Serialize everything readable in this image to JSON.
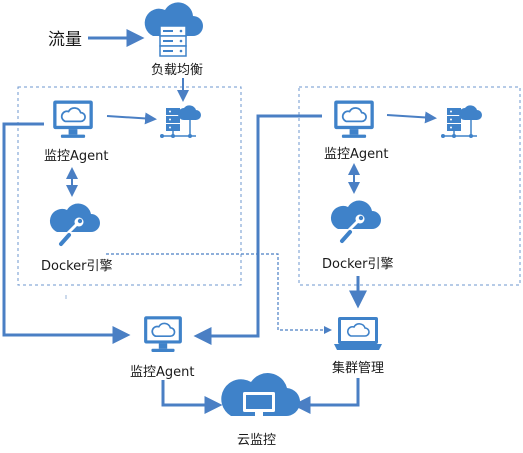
{
  "labels": {
    "traffic": "流量",
    "load_balancer": "负载均衡",
    "monitor_agent_1": "监控Agent",
    "docker_engine_1": "Docker引擎",
    "monitor_agent_2": "监控Agent",
    "docker_engine_2": "Docker引擎",
    "monitor_agent_center": "监控Agent",
    "cluster_management": "集群管理",
    "cloud_monitoring": "云监控"
  },
  "colors": {
    "arrow": "#4a7fc4",
    "icon": "#3f82c9",
    "dashed_border": "#6d97cf"
  },
  "icons": {
    "load_balancer": "server-cloud-icon",
    "monitor": "monitor-cloud-icon",
    "docker": "cloud-wrench-icon",
    "node": "server-cloud-small-icon",
    "cloud_monitoring": "cloud-monitor-icon"
  }
}
